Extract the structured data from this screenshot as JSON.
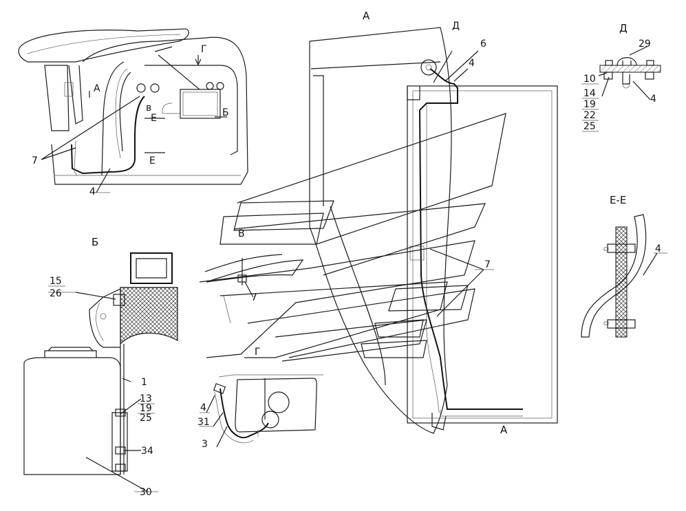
{
  "views": {
    "a": "А",
    "b": "Б",
    "v": "В",
    "g": "Г",
    "d": "Д",
    "ee": "Е-Е"
  },
  "overview": {
    "a": "А",
    "g": "Г",
    "b": "Б",
    "v": "в",
    "e1": "Е",
    "e2": "Е",
    "n7": "7",
    "n4": "4"
  },
  "main_view": {
    "d": "Д",
    "n6": "6",
    "n4": "4",
    "n7": "7",
    "v": "В",
    "n7b": "7",
    "g": "Г"
  },
  "detail_d": {
    "n29": "29",
    "n10": "10",
    "n14": "14",
    "n19": "19",
    "n22": "22",
    "n25": "25",
    "n4": "4"
  },
  "detail_ee": {
    "n4": "4"
  },
  "detail_b": {
    "n15": "15",
    "n26": "26",
    "n1": "1",
    "n13": "13",
    "n19": "19",
    "n25": "25",
    "n34": "34",
    "n30": "30"
  },
  "detail_g": {
    "n4": "4",
    "n31": "31",
    "n3": "3"
  }
}
